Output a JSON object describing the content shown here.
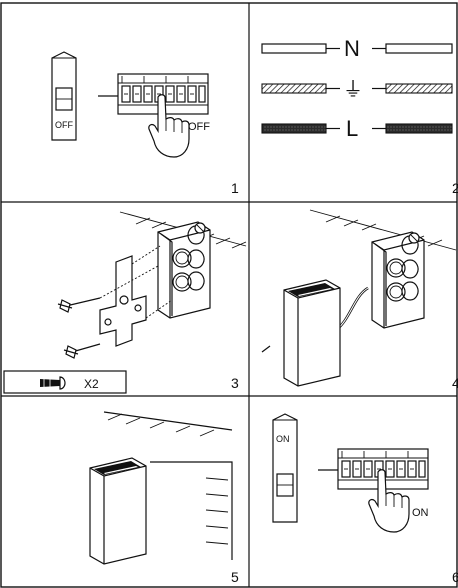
{
  "panels": [
    {
      "step": "1",
      "breaker_state": "OFF",
      "hand_label": "OFF"
    },
    {
      "step": "2",
      "wires": [
        {
          "label": "N",
          "pattern": "plain"
        },
        {
          "label": "⏚",
          "pattern": "hatched"
        },
        {
          "label": "L",
          "pattern": "dark"
        }
      ]
    },
    {
      "step": "3",
      "screw_count": "X2"
    },
    {
      "step": "4"
    },
    {
      "step": "5"
    },
    {
      "step": "6",
      "breaker_state": "ON",
      "hand_label": "ON"
    }
  ],
  "colors": {
    "line": "#111111",
    "background": "#ffffff",
    "dark_wire": "#2b2b2b"
  }
}
